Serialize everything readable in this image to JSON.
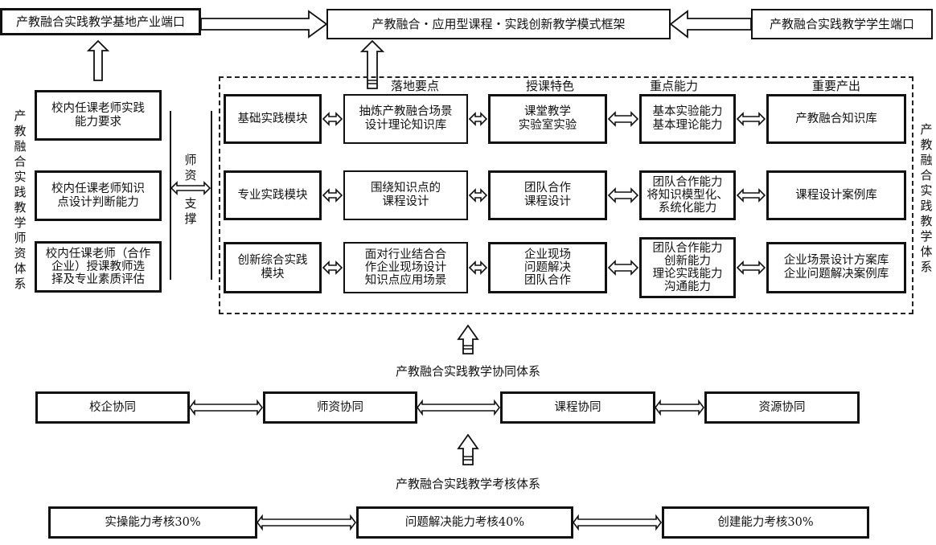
{
  "top": {
    "industry_port": "产教融合实践教学基地产业端口",
    "framework_title": "产教融合・应用型课程・实践创新教学模式框架",
    "student_port": "产教融合实践教学学生端口"
  },
  "teacher_system": {
    "label": "产教融合实践教学师资体系",
    "items": [
      "校内任课老师实践\n能力要求",
      "校内任课老师知识\n点设计判断能力",
      "校内任课老师（合作\n企业）授课教师选\n择及专业素质评估"
    ],
    "support_label_top": "师\n资",
    "support_label_bottom": "支\n撑"
  },
  "teaching_system": {
    "label": "产教融合实践教学体系",
    "column_headers": [
      "落地要点",
      "授课特色",
      "重点能力",
      "重要产出"
    ],
    "rows": [
      {
        "module": "基础实践模块",
        "key_point": "抽炼产教融合场景\n设计理论知识库",
        "feature": "课堂教学\n实验室实验",
        "ability": "基本实验能力\n基本理论能力",
        "output": "产教融合知识库"
      },
      {
        "module": "专业实践模块",
        "key_point": "围绕知识点的\n课程设计",
        "feature": "团队合作\n课程设计",
        "ability": "团队合作能力\n将知识模型化、\n系统化能力",
        "output": "课程设计案例库"
      },
      {
        "module": "创新综合实践\n模块",
        "key_point": "面对行业结合合\n作企业现场设计\n知识点应用场景",
        "feature": "企业现场\n问题解决\n团队合作",
        "ability": "团队合作能力\n创新能力\n理论实践能力\n沟通能力",
        "output": "企业场景设计方案库\n企业问题解决案例库"
      }
    ]
  },
  "collaboration_system": {
    "label": "产教融合实践教学协同体系",
    "items": [
      "校企协同",
      "师资协同",
      "课程协同",
      "资源协同"
    ]
  },
  "assessment_system": {
    "label": "产教融合实践教学考核体系",
    "items": [
      "实操能力考核30%",
      "问题解决能力考核40%",
      "创建能力考核30%"
    ],
    "weights_percent": [
      30,
      40,
      30
    ]
  }
}
